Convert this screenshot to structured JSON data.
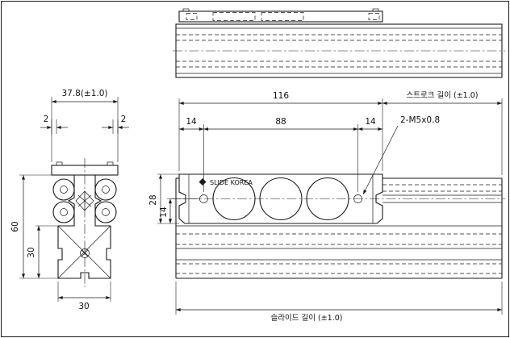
{
  "drawing": {
    "section_view": {
      "dim_width": "37.8(±1.0)",
      "dim_wall_left": "2",
      "dim_wall_right": "2",
      "dim_height": "60",
      "dim_mid_height": "30",
      "dim_base_width": "30"
    },
    "side_view": {
      "dim_length": "116",
      "stroke_length_label": "스트로크 길이 (±1.0)",
      "dim_end_left": "14",
      "dim_hole_span": "88",
      "dim_end_right": "14",
      "tap_callout": "2-M5x0.8",
      "brand_text": "SLIDE KOREA",
      "dim_height": "28",
      "dim_hole_offset": "14",
      "slide_length_label": "슬라이드 길이 (±1.0)"
    }
  }
}
